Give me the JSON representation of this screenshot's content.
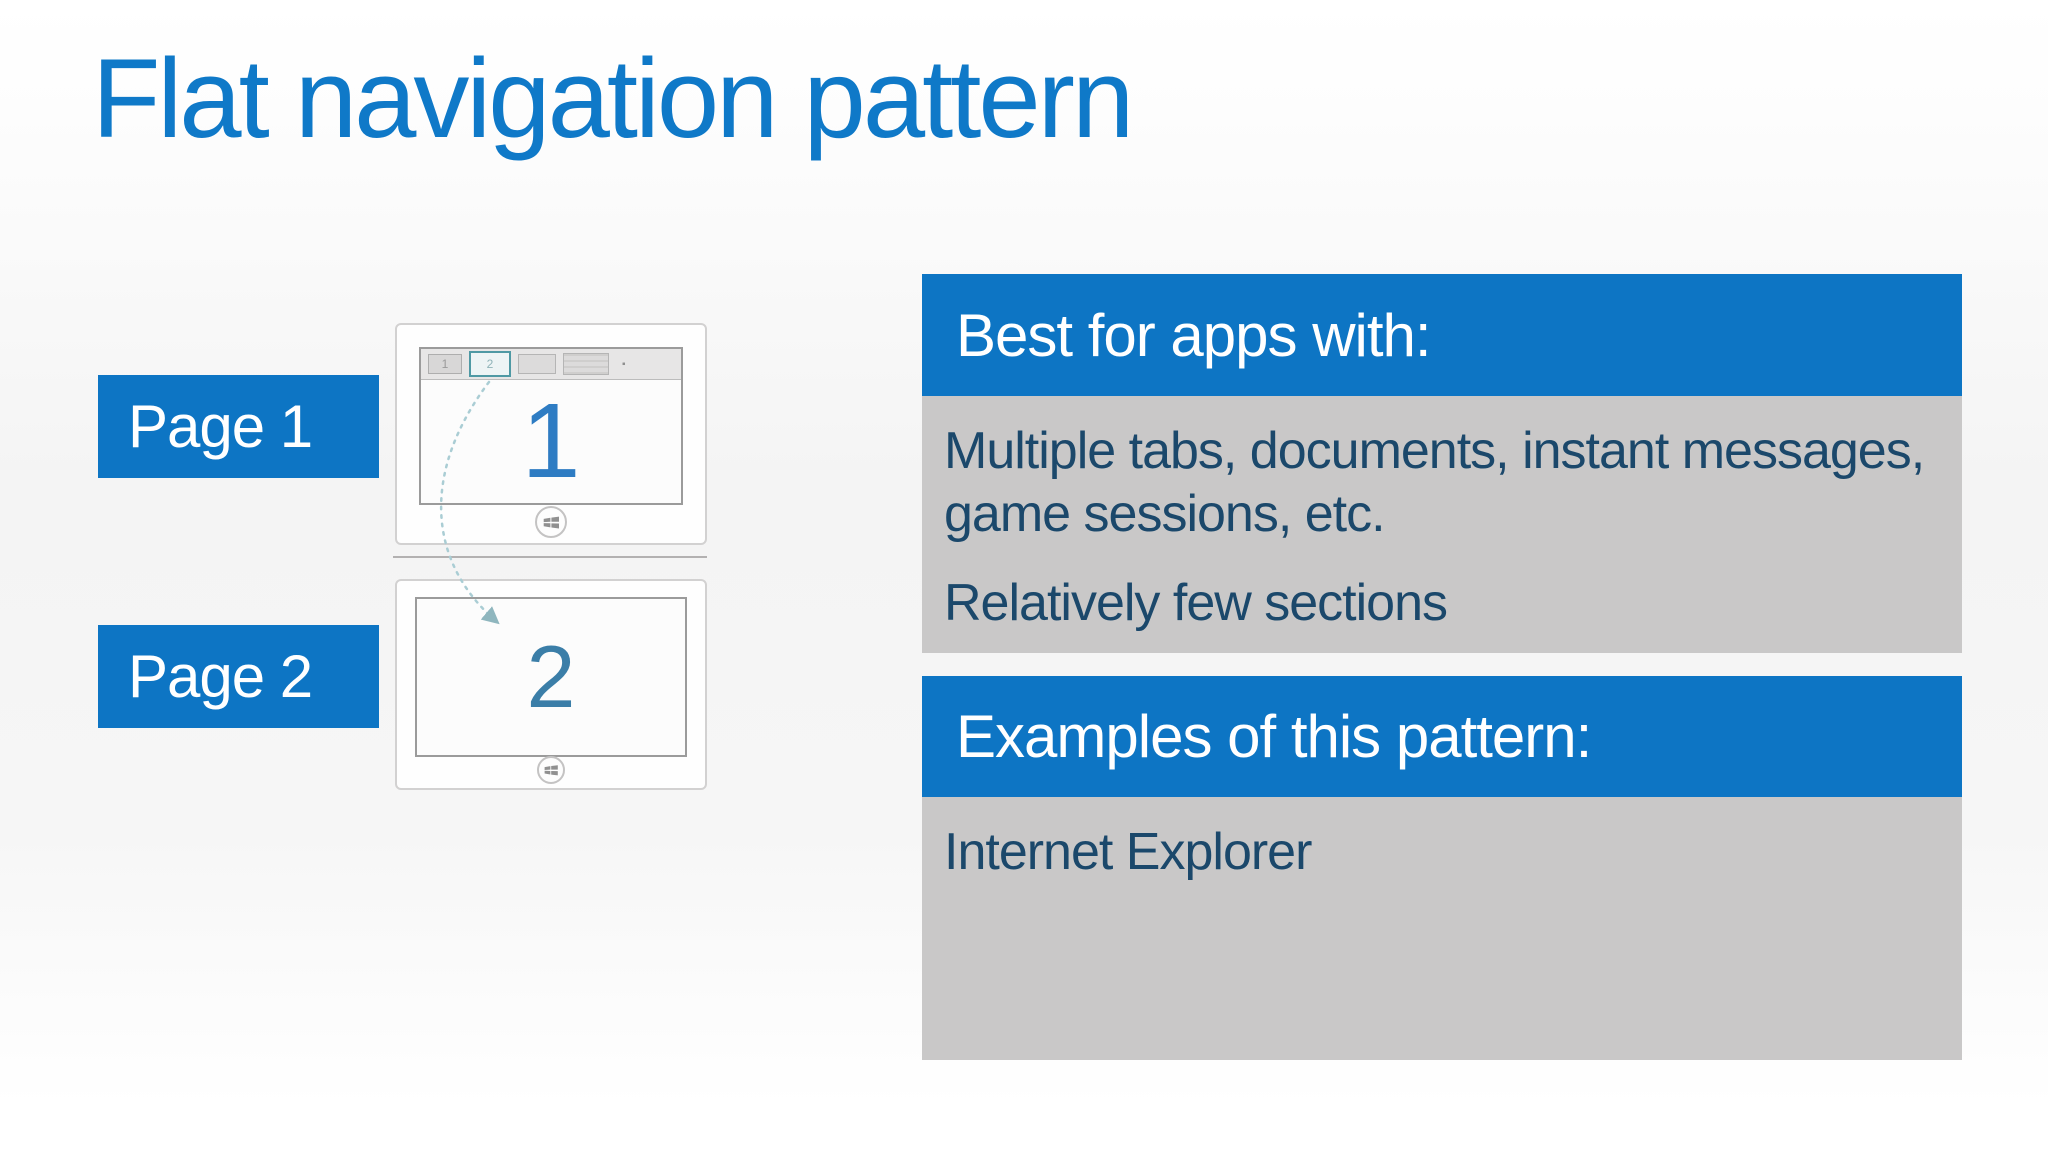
{
  "title": "Flat navigation pattern",
  "diagram": {
    "pages": [
      {
        "label": "Page 1"
      },
      {
        "label": "Page 2"
      }
    ],
    "device1": {
      "number": "1",
      "tabs": {
        "tab1": "1",
        "tab2": "2"
      },
      "tab_extra_glyph": "▪"
    },
    "device2": {
      "number": "2"
    }
  },
  "panels": {
    "best_for": {
      "header": "Best for apps with:",
      "items": [
        "Multiple tabs, documents, instant messages, game sessions, etc.",
        "Relatively few sections"
      ]
    },
    "examples": {
      "header": "Examples of this pattern:",
      "items": [
        "Internet Explorer"
      ]
    }
  },
  "icons": {
    "windows_home": "windows-logo-icon",
    "selected_tab_highlight": "teal-outline"
  },
  "colors": {
    "accent_blue": "#0d75c4",
    "title_blue": "#0f79c8",
    "panel_gray": "#c9c8c8",
    "body_text_navy": "#1b486b",
    "device_number_blue": "#2e7cc3",
    "device_number_steel": "#3b7ea8",
    "tab_highlight_teal": "#4f99a4",
    "flow_arrow_teal": "#aacdd4"
  }
}
